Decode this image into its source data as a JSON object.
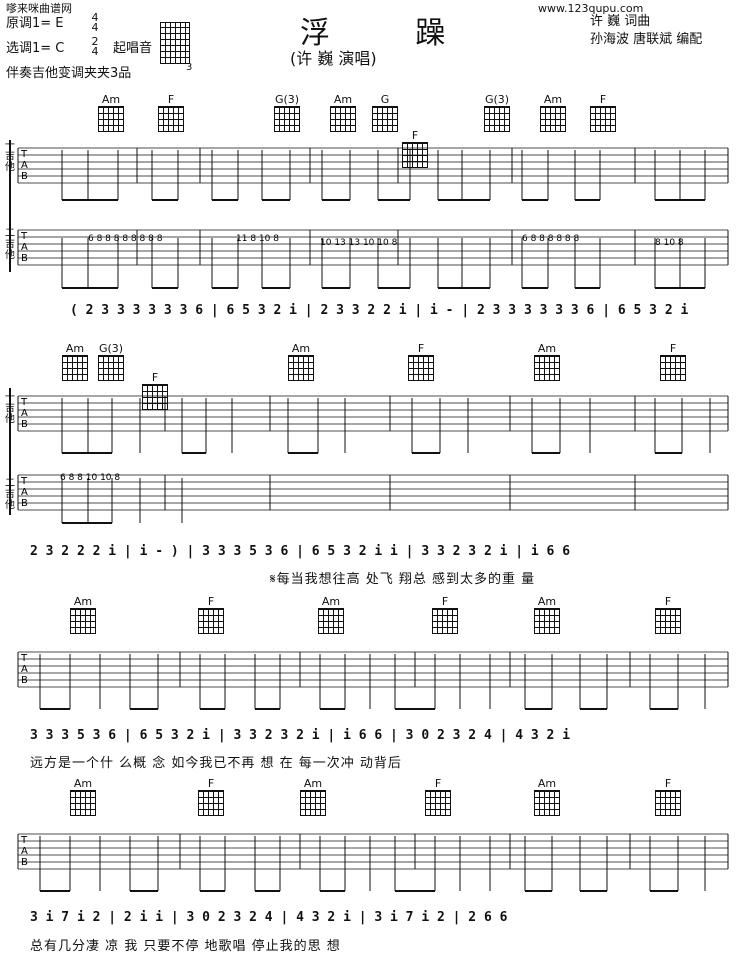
{
  "site_label": "嗲来咪曲谱网",
  "site_url": "www.123qupu.com",
  "original_key": "原调1= E",
  "chosen_key": "选调1= C",
  "time_num": "4",
  "time_den": "4",
  "time_num2": "2",
  "time_den2": "4",
  "start_pitch_label": "起唱音",
  "capo_note": "伴奏吉他变调夹夹3品",
  "start_fret_number": "3",
  "title": "浮 躁",
  "singer": "(许 巍 演唱)",
  "credit_lyrics": "许 巍 词曲",
  "credit_arrange": "孙海波 唐联斌 编配",
  "guitar1_label": "一吉他",
  "guitar2_label": "二吉他",
  "tab_letters": [
    "T",
    "A",
    "B"
  ],
  "chords": {
    "row1": [
      "Am",
      "F",
      "G(3)",
      "Am",
      "G",
      "F",
      "G(3)",
      "Am",
      "F"
    ],
    "row2": [
      "Am",
      "G(3)",
      "F",
      "Am",
      "F",
      "Am",
      "F"
    ],
    "row3": [
      "Am",
      "F",
      "Am",
      "F",
      "Am",
      "F"
    ],
    "row4": [
      "Am",
      "F",
      "Am",
      "F",
      "Am",
      "F"
    ]
  },
  "numbered": {
    "row1": "( 2 3 3 3 3 3 3 6 | 6 5 3 2 i | 2 3 3 2 2 i | i  -  | 2 3 3 3 3 3 3 6 | 6 5 3 2 i",
    "row2": "2 3 2 2 2 i | i - ) | 3 3 3 5 3 6 | 6 5 3 2 i i | 3 3 2 3 2 i | i 6 6",
    "row3": "3 3 3 5 3 6 | 6 5 3 2 i | 3 3 2 3 2 i | i 6 6 | 3 0 2 3 2 4 | 4 3 2 i",
    "row4": "3 i 7 i 2 | 2 i i | 3 0 2 3 2 4 | 4 3 2 i | 3 i 7 i 2 | 2 6 6"
  },
  "lyrics": {
    "row2": "𝄋每当我想往高   处飞  翔总  感到太多的重    量",
    "row3": "远方是一个什   么概  念   如今我已不再     想    在  每一次冲    动背后",
    "row4": "总有几分凄     凉        我  只要不停    地歌唱   停止我的思     想"
  }
}
